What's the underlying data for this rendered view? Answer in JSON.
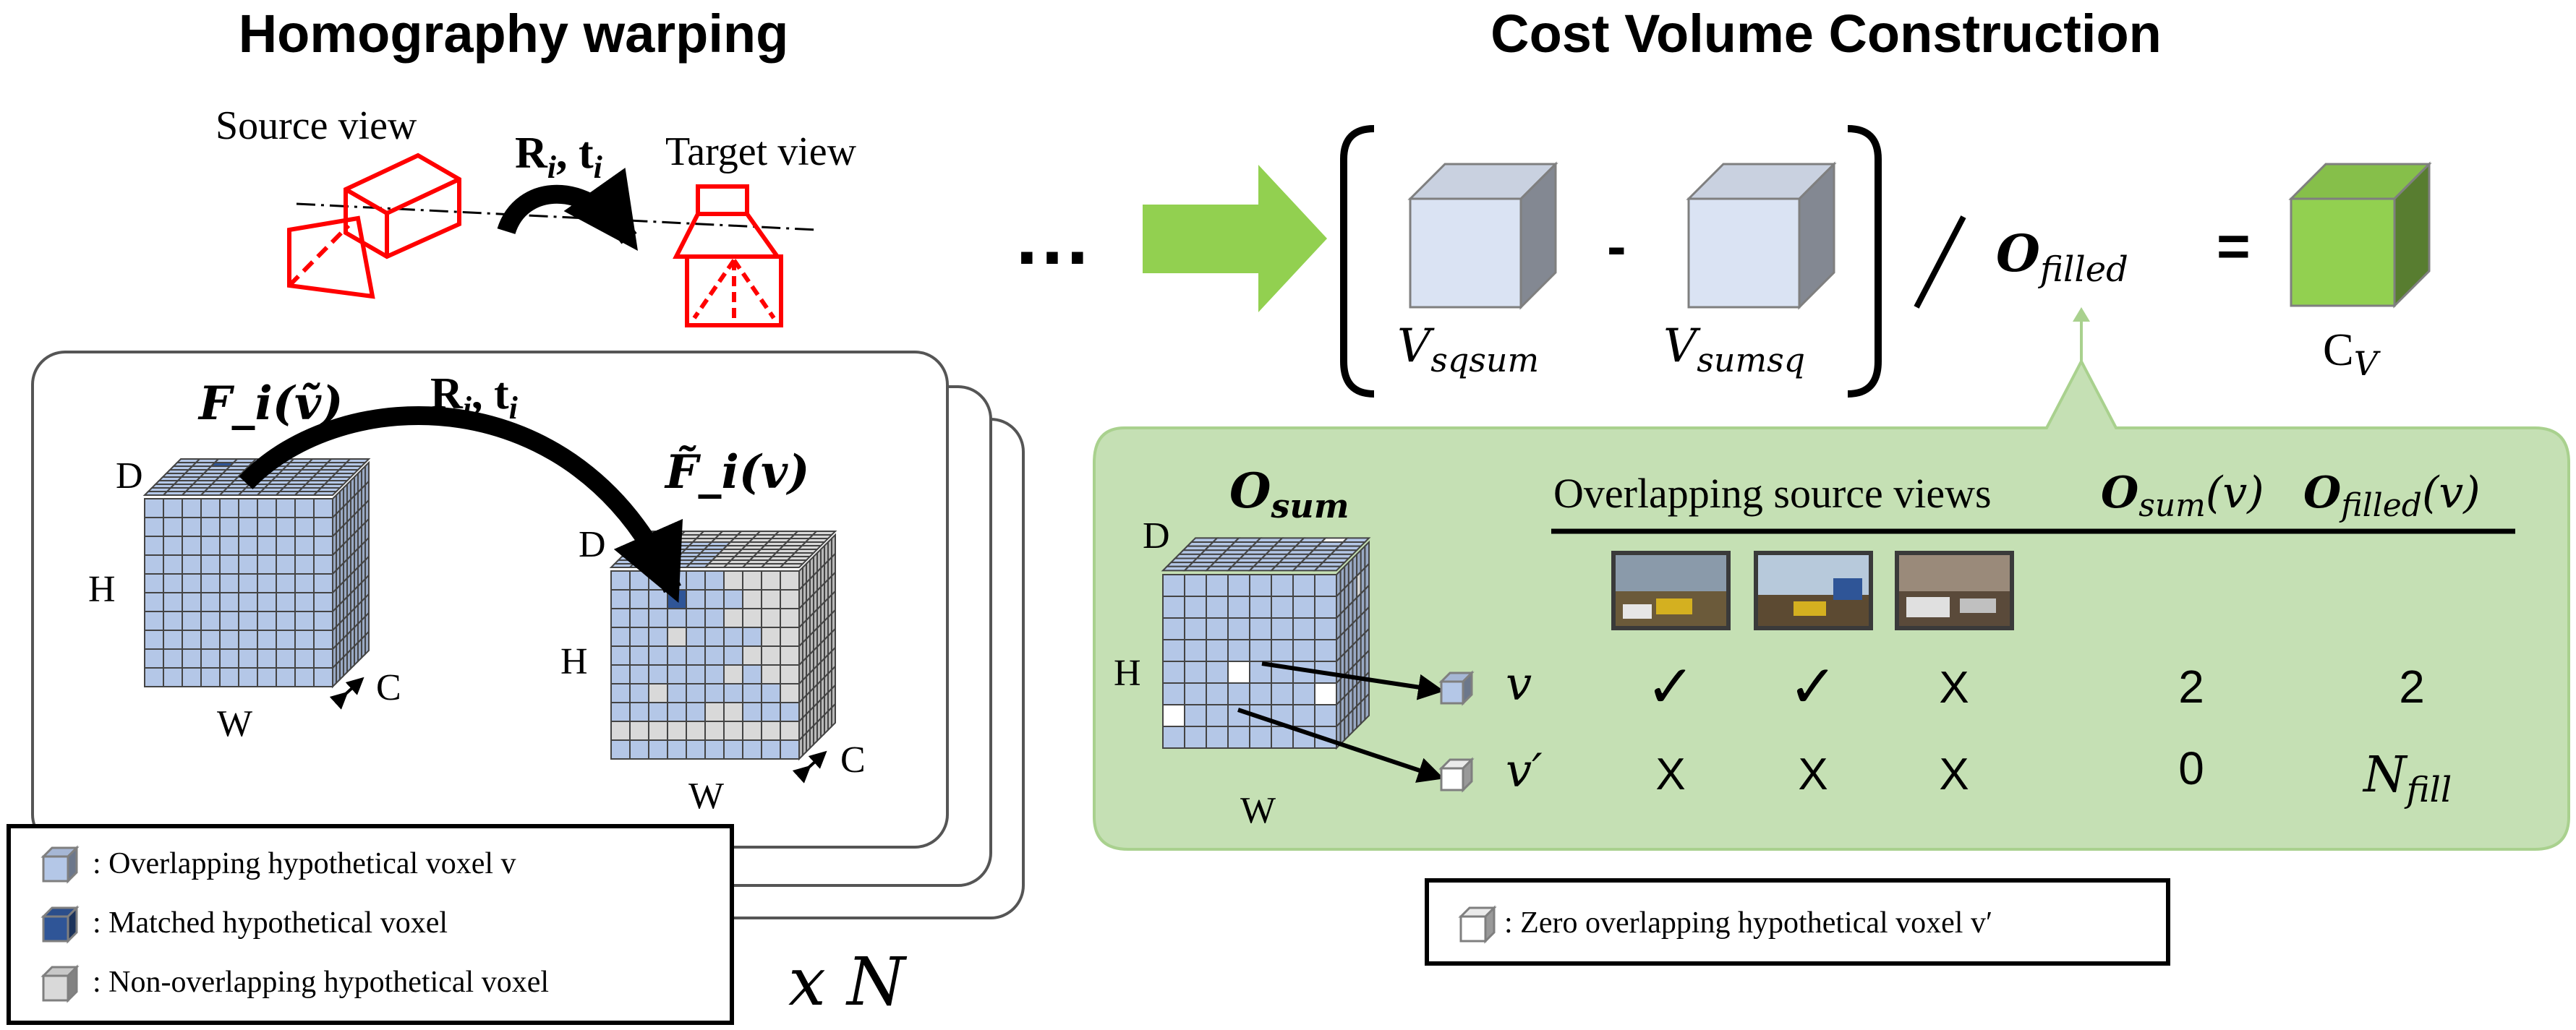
{
  "titles": {
    "left": "Homography warping",
    "right": "Cost Volume Construction"
  },
  "cameras": {
    "source_label": "Source view",
    "target_label": "Target view",
    "transform_label": "R_i, t_i"
  },
  "warp_panel": {
    "source_feature": "F_i(ṽ)",
    "warped_feature": "F̃_i(v)",
    "transform_label": "R_i, t_i",
    "dims": {
      "D": "D",
      "H": "H",
      "W": "W",
      "C": "C"
    },
    "repeat": "x N"
  },
  "legend_left": [
    {
      "label": ": Overlapping hypothetical voxel v",
      "swatch": "#b4c7e7"
    },
    {
      "label": ": Matched hypothetical voxel",
      "swatch": "#2f5597"
    },
    {
      "label": ": Non-overlapping hypothetical voxel",
      "swatch": "#d9d9d9"
    }
  ],
  "ellipsis": "…",
  "formula": {
    "v_sqsum": "V_sqsum",
    "minus": "-",
    "v_sumsq": "V_sumsq",
    "divide": "/",
    "o_filled": "O_filled",
    "equals": "=",
    "result": "C_V"
  },
  "osum_panel": {
    "title": "O_sum",
    "dims": {
      "D": "D",
      "H": "H",
      "W": "W"
    },
    "table": {
      "headers": [
        "Overlapping source views",
        "O_sum(v)",
        "O_filled(v)"
      ],
      "rows": [
        {
          "voxel": "v",
          "marks": [
            "✓",
            "✓",
            "X"
          ],
          "o_sum": "2",
          "o_filled": "2"
        },
        {
          "voxel": "v′",
          "marks": [
            "X",
            "X",
            "X"
          ],
          "o_sum": "0",
          "o_filled": "N_fill"
        }
      ]
    }
  },
  "legend_right": {
    "label": ": Zero overlapping hypothetical voxel v′"
  },
  "colors": {
    "camera": "#ff0000",
    "overlap_voxel": "#b4c7e7",
    "matched_voxel": "#2f5597",
    "empty_voxel": "#d9d9d9",
    "arrow_green": "#92d050",
    "panel_green": "#c5e0b4",
    "panel_border": "#a9d18e",
    "volume_face": "#dae3f3",
    "result_green": "#70ad47"
  }
}
